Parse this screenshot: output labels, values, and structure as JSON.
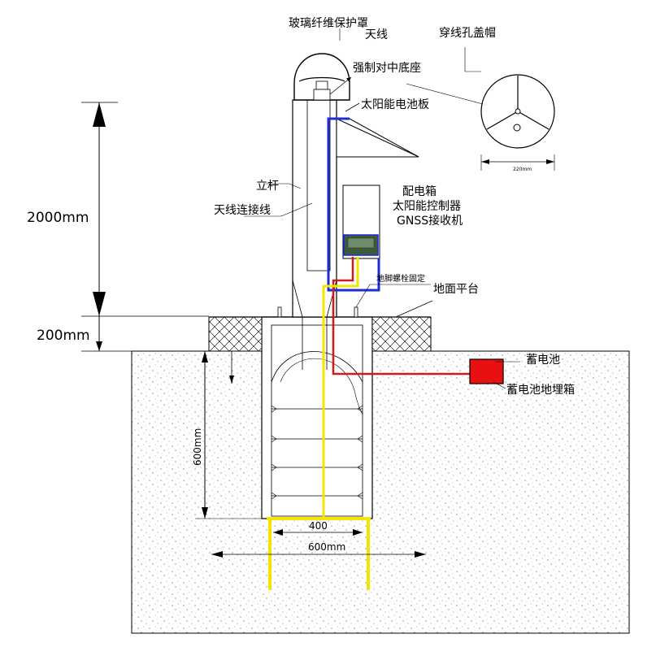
{
  "labels": {
    "radome": "玻璃纤维保护罩",
    "antenna": "天线",
    "forced_centering_base": "强制对中底座",
    "solar_panel": "太阳能电池板",
    "cable_hole_cap": "穿线孔盖帽",
    "pole": "立杆",
    "antenna_cable": "天线连接线",
    "distribution_box": "配电箱",
    "solar_controller": "太阳能控制器",
    "gnss_receiver": "GNSS接收机",
    "anchor_bolt": "地脚螺栓固定",
    "ground_platform": "地面平台",
    "battery": "蓄电池",
    "battery_box": "蓄电池地埋箱"
  },
  "dimensions": {
    "height_pole": "2000mm",
    "height_platform": "200mm",
    "depth_foundation": "600mm",
    "inner_width": "400",
    "outer_width": "600mm",
    "cap_diameter": "220mm"
  },
  "colors": {
    "cable_blue": "#1f2bd6",
    "cable_red": "#d11a1a",
    "cable_yellow": "#f2e600",
    "battery_fill": "#e81010",
    "receiver_fill": "#3f5a3a",
    "line": "#000000"
  }
}
